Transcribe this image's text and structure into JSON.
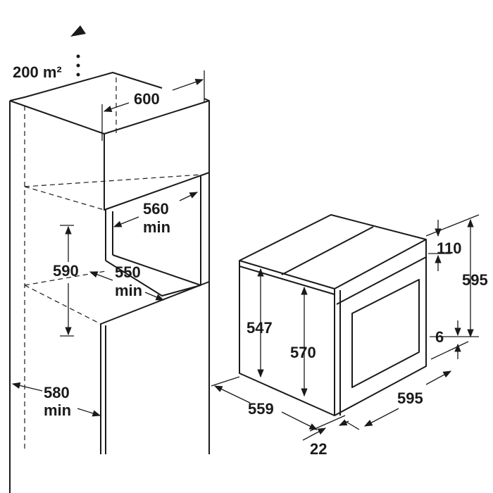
{
  "diagram": {
    "title": "Built-in oven installation dimensions",
    "ventilation": {
      "value": "200 m²"
    },
    "cabinet": {
      "width": "600",
      "niche_depth": {
        "value": "560",
        "unit": "min"
      },
      "niche_height": "590",
      "shelf_depth": {
        "value": "550",
        "unit": "min"
      },
      "cabinet_depth": {
        "value": "580",
        "unit": "min"
      }
    },
    "oven": {
      "side_height": "547",
      "body_height": "570",
      "panel_height": "110",
      "total_height": "595",
      "gap": "6",
      "depth": "559",
      "width": "595",
      "front_thickness": "22"
    },
    "colors": {
      "line": "#1a1a1a",
      "background": "#ffffff"
    }
  }
}
